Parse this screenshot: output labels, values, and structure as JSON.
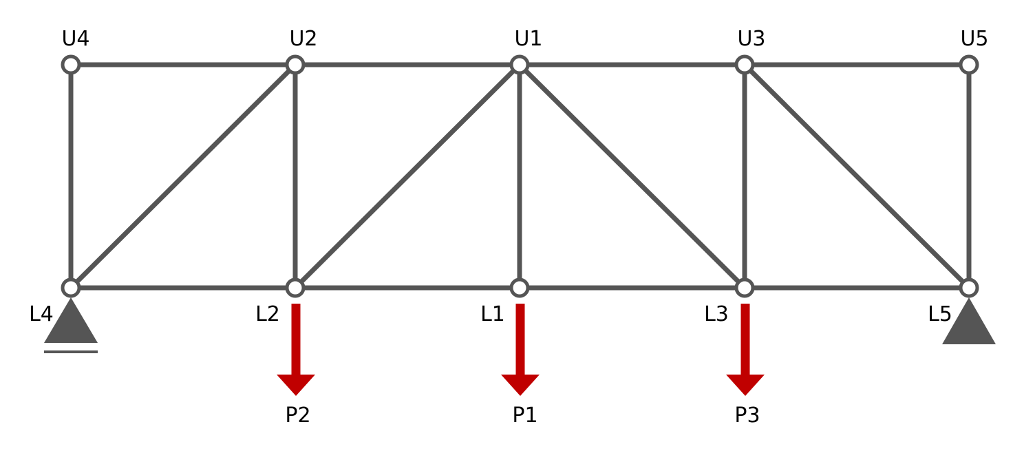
{
  "colors": {
    "member": "#555555",
    "node_fill": "#ffffff",
    "support": "#555555",
    "load": "#c00000"
  },
  "nodes": {
    "U4": "U4",
    "U2": "U2",
    "U1": "U1",
    "U3": "U3",
    "U5": "U5",
    "L4": "L4",
    "L2": "L2",
    "L1": "L1",
    "L3": "L3",
    "L5": "L5"
  },
  "loads": {
    "P2": "P2",
    "P1": "P1",
    "P3": "P3"
  },
  "supports": {
    "left": "roller",
    "right": "pin"
  }
}
